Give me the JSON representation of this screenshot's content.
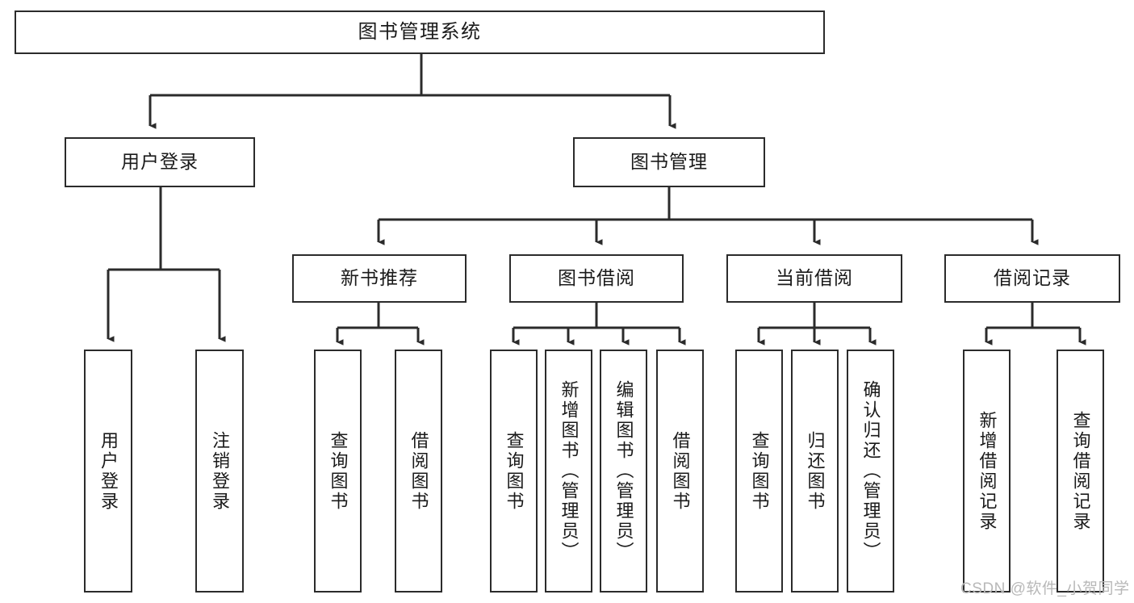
{
  "diagram": {
    "title": "图书管理系统",
    "type": "hierarchy-tree",
    "line_color": "#2b2b2b",
    "box_fill": "#ffffff",
    "text_color": "#1a1a1a"
  },
  "nodes": {
    "root": {
      "label": "图书管理系统",
      "level": 1
    },
    "level2": [
      {
        "id": "user-login",
        "label": "用户登录"
      },
      {
        "id": "book-manage",
        "label": "图书管理"
      }
    ],
    "level3": [
      {
        "id": "new-book-recommend",
        "label": "新书推荐"
      },
      {
        "id": "book-borrow",
        "label": "图书借阅"
      },
      {
        "id": "current-borrow",
        "label": "当前借阅"
      },
      {
        "id": "borrow-record",
        "label": "借阅记录"
      }
    ],
    "leaves": {
      "user_login": [
        {
          "id": "leaf-user-login",
          "label": "用户登录"
        },
        {
          "id": "leaf-logout",
          "label": "注销登录"
        }
      ],
      "new_book_recommend": [
        {
          "id": "leaf-query-book-1",
          "label": "查询图书"
        },
        {
          "id": "leaf-borrow-book-1",
          "label": "借阅图书"
        }
      ],
      "book_borrow": [
        {
          "id": "leaf-query-book-2",
          "label": "查询图书"
        },
        {
          "id": "leaf-add-book",
          "label": "新增图书（管理员）"
        },
        {
          "id": "leaf-edit-book",
          "label": "编辑图书（管理员）"
        },
        {
          "id": "leaf-borrow-book-2",
          "label": "借阅图书"
        }
      ],
      "current_borrow": [
        {
          "id": "leaf-query-book-3",
          "label": "查询图书"
        },
        {
          "id": "leaf-return-book",
          "label": "归还图书"
        },
        {
          "id": "leaf-confirm-return",
          "label": "确认归还（管理员）"
        }
      ],
      "borrow_record": [
        {
          "id": "leaf-add-record",
          "label": "新增借阅记录"
        },
        {
          "id": "leaf-query-record",
          "label": "查询借阅记录"
        }
      ]
    }
  },
  "watermark": {
    "text": "CSDN @软件_小贺同学",
    "color": "#b8b8b8"
  }
}
